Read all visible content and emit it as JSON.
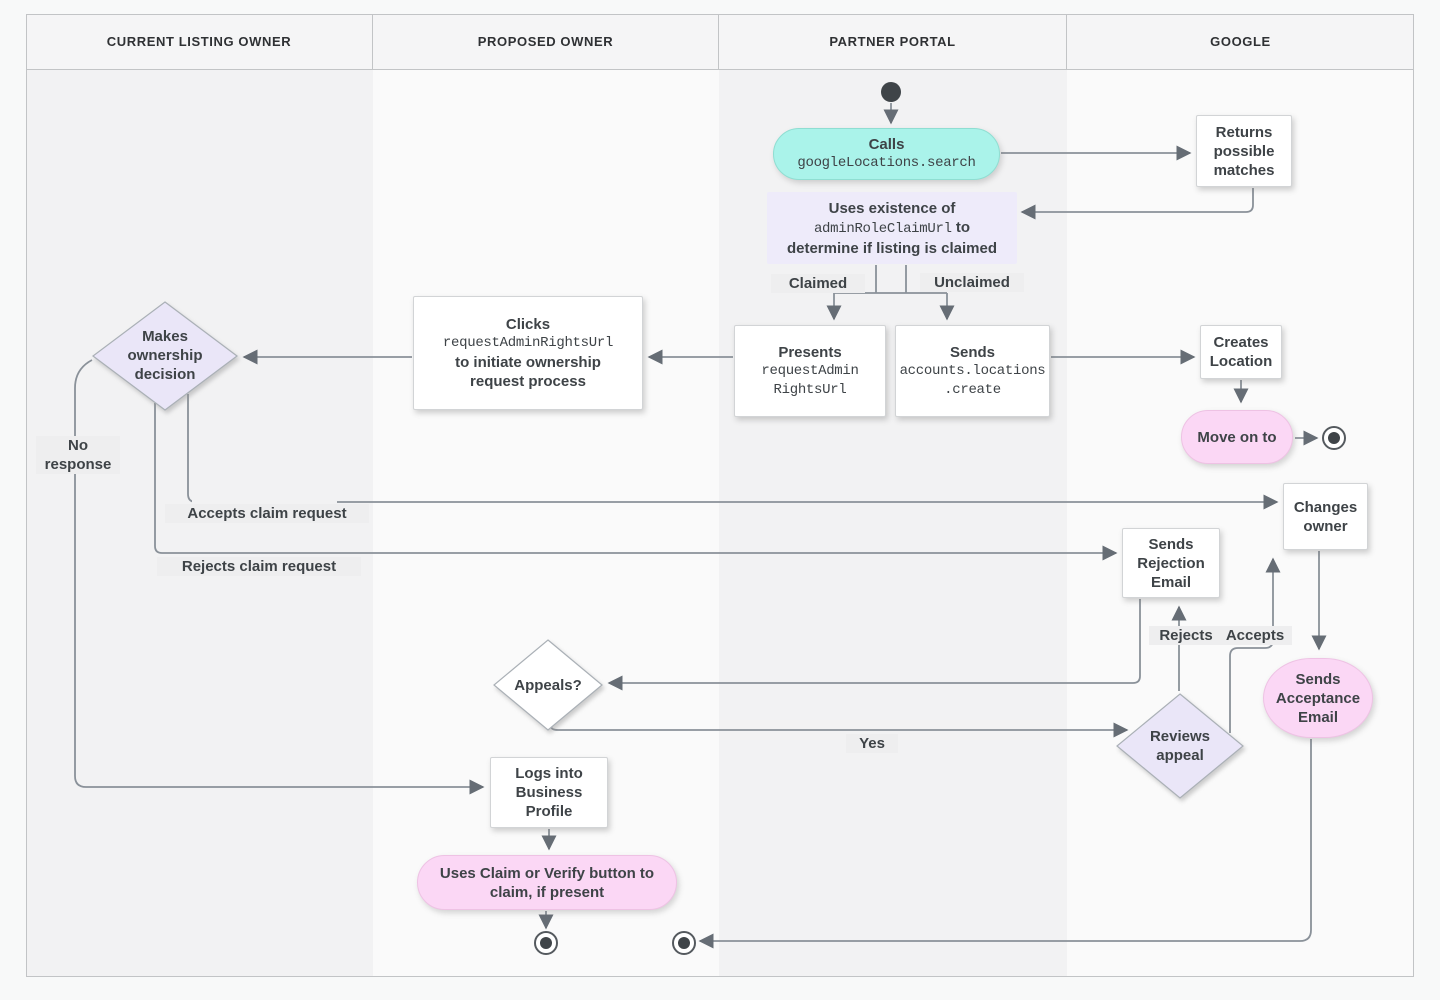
{
  "colors": {
    "teal": "#aaf3ea",
    "pill_pink": "#fbd7f5",
    "purple_box": "#eeebfa",
    "diamond_lavender": "#eae6f8",
    "node_text": "#3e4347",
    "edge_line": "#8a9199",
    "edge_arrow": "#666d75",
    "lane_dark": "#f2f2f3",
    "lane_light": "#fafafa",
    "header_bg": "#f5f5f6",
    "board_border": "#c2c4c6",
    "page_bg": "#f8f9f9",
    "box_border": "#d2d4d6",
    "label_bg": "#eeeeef"
  },
  "lanes": [
    "CURRENT LISTING OWNER",
    "PROPOSED OWNER",
    "PARTNER PORTAL",
    "GOOGLE"
  ],
  "nodes": {
    "calls": {
      "title": "Calls",
      "code": "googleLocations.search"
    },
    "returns_matches": "Returns possible matches",
    "uses_existence": {
      "line1": "Uses existence of",
      "code": "adminRoleClaimUrl",
      "suffix": "to",
      "line3": "determine if listing is claimed"
    },
    "presents": {
      "title": "Presents",
      "code1": "requestAdmin",
      "code2": "RightsUrl"
    },
    "sends_create": {
      "title": "Sends",
      "code1": "accounts.locations",
      "code2": ".create"
    },
    "clicks": {
      "title": "Clicks",
      "code": "requestAdminRightsUrl",
      "line2": "to initiate ownership",
      "line3": "request process"
    },
    "decision": "Makes ownership decision",
    "creates_location": "Creates Location",
    "move_on": "Move on to",
    "changes_owner": "Changes owner",
    "rejection_email": "Sends Rejection Email",
    "appeals": "Appeals?",
    "reviews_appeal": "Reviews appeal",
    "acceptance_email": "Sends Acceptance Email",
    "logs_in": "Logs into Business Profile",
    "claim_verify": "Uses Claim or Verify button to claim, if present"
  },
  "edge_labels": {
    "claimed": "Claimed",
    "unclaimed": "Unclaimed",
    "accepts_claim": "Accepts claim request",
    "rejects_claim": "Rejects claim request",
    "no_response": "No response",
    "yes": "Yes",
    "rejects": "Rejects",
    "accepts": "Accepts"
  }
}
